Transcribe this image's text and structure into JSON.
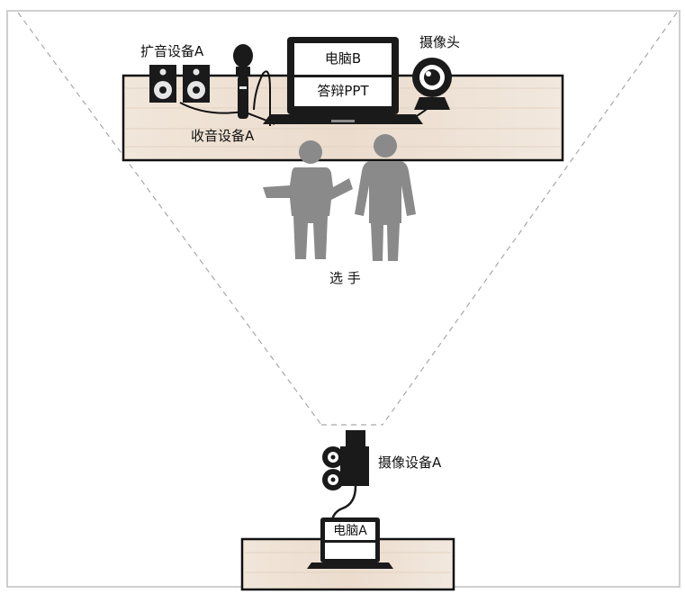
{
  "labels": {
    "speaker": "扩音设备A",
    "webcam": "摄像头",
    "mic": "收音设备A",
    "computer_b": "电脑B",
    "ppt": "答辩PPT",
    "players": "选 手",
    "video_camera": "摄像设备A",
    "computer_a": "电脑A"
  },
  "colors": {
    "table_wood": "#efe3d6",
    "person": "#8a8a8a",
    "frame": "#cfcfcf",
    "dashed": "#a8a8a8"
  },
  "icons": [
    "speaker-icon",
    "microphone-icon",
    "laptop-icon",
    "webcam-icon",
    "person-icon",
    "video-camera-icon"
  ]
}
